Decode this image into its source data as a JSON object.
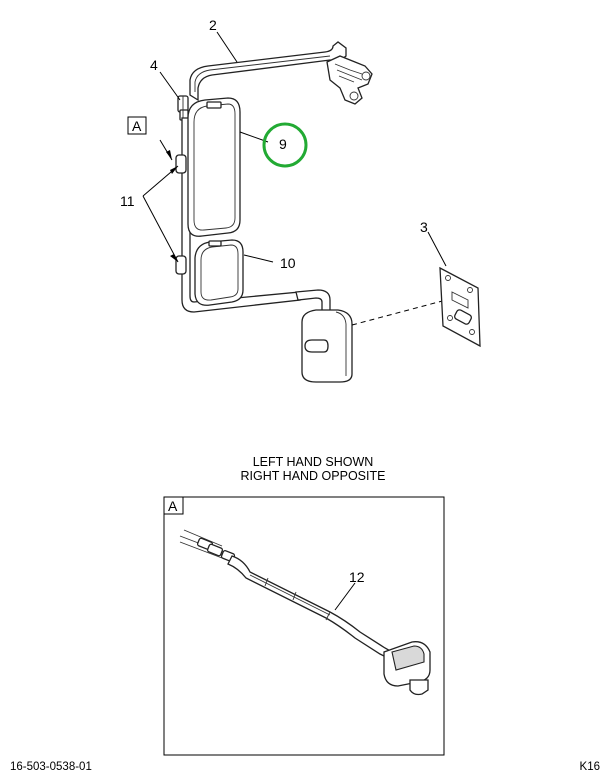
{
  "diagram": {
    "callouts": {
      "c2": "2",
      "c3": "3",
      "c4": "4",
      "c9": "9",
      "c10": "10",
      "c11": "11",
      "c12": "12"
    },
    "view_tag_main": "A",
    "view_tag_detail": "A",
    "caption_line1": "LEFT HAND SHOWN",
    "caption_line2": "RIGHT HAND OPPOSITE",
    "highlight_color": "#22aa33"
  },
  "footer": {
    "part_number": "16-503-0538-01",
    "sheet_code": "K16"
  }
}
